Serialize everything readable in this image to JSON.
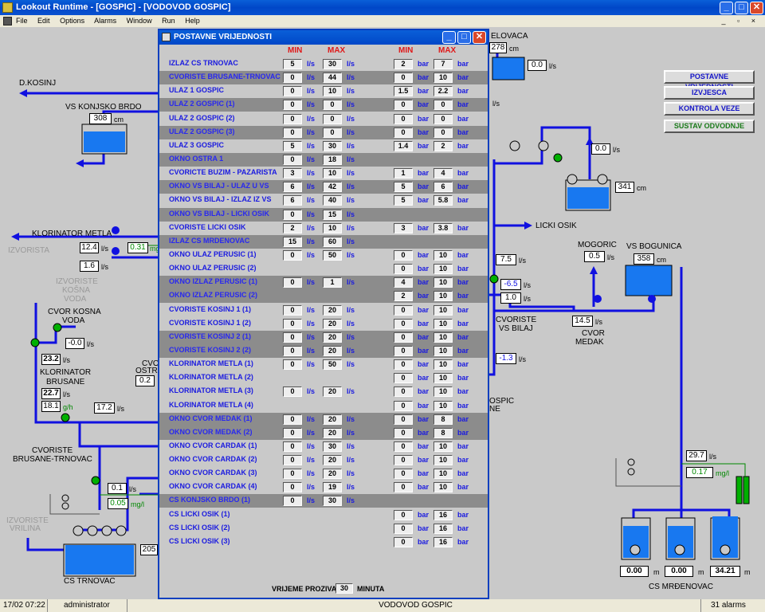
{
  "window": {
    "title": "Lookout Runtime - [GOSPIC] - [VODOVOD GOSPIC]"
  },
  "menu": [
    "File",
    "Edit",
    "Options",
    "Alarms",
    "Window",
    "Run",
    "Help"
  ],
  "nav": [
    "POSTAVNE VRIJEDNOSTI",
    "IZVJESCA",
    "KONTROLA VEZE",
    "SUSTAV ODVODNJE"
  ],
  "labels": {
    "d_kosinj": "D.KOSINJ",
    "vs_konjsko": "VS KONJSKO BRDO",
    "klor_metla": "KLORINATOR METLA",
    "izvorista": "IZVORISTA",
    "izv_kosna1": "IZVORISTE",
    "izv_kosna2": "KOŠNA",
    "izv_kosna3": "VODA",
    "cvor_kosna1": "CVOR KOSNA",
    "cvor_kosna2": "VODA",
    "klor_brusane1": "KLORINATOR",
    "klor_brusane2": "BRUSANE",
    "cvor_ostra1": "CVOR",
    "cvor_ostra2": "OSTRA",
    "cvor_brusane1": "CVORISTE",
    "cvor_brusane2": "BRUSANE-TRNOVAC",
    "izv_vrilina1": "IZVORISTE",
    "izv_vrilina2": "VRILINA",
    "cs_trnovac": "CS TRNOVAC",
    "elovaca": "ELOVACA",
    "licki_osik": "LICKI OSIK",
    "mogoric": "MOGORIC",
    "vs_bogunica": "VS BOGUNICA",
    "cvoriste_vs_bilaj1": "CVORISTE",
    "cvoriste_vs_bilaj2": "VS BILAJ",
    "cvor_medak1": "CVOR",
    "cvor_medak2": "MEDAK",
    "gospic1": "OSPIC",
    "gospic2": "NE",
    "cs_mrdenovac": "CS MRĐENOVAC"
  },
  "values": {
    "v308": "308",
    "v12_4": "12.4",
    "v0_31": "0.31",
    "v1_6": "1.6",
    "vm0_0": "-0.0",
    "v23_2": "23.2",
    "v22_7": "22.7",
    "v18_1": "18.1",
    "v17_2": "17.2",
    "v0_2": "0.2",
    "v0_1": "0.1",
    "v0_05": "0.05",
    "v205": "205",
    "v278": "278",
    "v0_0a": "0.0",
    "v0_0b": "0.0",
    "v341": "341",
    "v7_5": "7.5",
    "vm6_5": "-6.5",
    "v1_0": "1.0",
    "v0_5": "0.5",
    "v358": "358",
    "v14_5": "14.5",
    "vm1_3": "-1.3",
    "v29_7": "29.7",
    "v0_17": "0.17",
    "v0_00a": "0.00",
    "v0_00b": "0.00",
    "v34_21": "34.21"
  },
  "units": {
    "ls": "l/s",
    "cm": "cm",
    "mg": "mg/l",
    "gh": "g/h",
    "m": "m",
    "mgshort": "mg"
  },
  "dialog": {
    "title": "POSTAVNE VRIJEDNOSTI",
    "headers": {
      "min": "MIN",
      "max": "MAX"
    },
    "flow_unit": "l/s",
    "bar_unit": "bar",
    "rows": [
      {
        "name": "IZLAZ CS TRNOVAC",
        "band": false,
        "qmin": "5",
        "qmax": "30",
        "pmin": "2",
        "pmax": "7"
      },
      {
        "name": "CVORISTE BRUSANE-TRNOVAC",
        "band": true,
        "qmin": "0",
        "qmax": "44",
        "pmin": "0",
        "pmax": "10"
      },
      {
        "name": "ULAZ 1 GOSPIC",
        "band": false,
        "qmin": "0",
        "qmax": "10",
        "pmin": "1.5",
        "pmax": "2.2"
      },
      {
        "name": "ULAZ 2 GOSPIC (1)",
        "band": true,
        "qmin": "0",
        "qmax": "0",
        "pmin": "0",
        "pmax": "0"
      },
      {
        "name": "ULAZ 2 GOSPIC (2)",
        "band": false,
        "qmin": "0",
        "qmax": "0",
        "pmin": "0",
        "pmax": "0"
      },
      {
        "name": "ULAZ 2 GOSPIC (3)",
        "band": true,
        "qmin": "0",
        "qmax": "0",
        "pmin": "0",
        "pmax": "0"
      },
      {
        "name": "ULAZ 3 GOSPIC",
        "band": false,
        "qmin": "5",
        "qmax": "30",
        "pmin": "1.4",
        "pmax": "2"
      },
      {
        "name": "OKNO OSTRA 1",
        "band": true,
        "qmin": "0",
        "qmax": "18",
        "pmin": "",
        "pmax": ""
      },
      {
        "name": "CVORICTE BUZIM - PAZARISTA",
        "band": false,
        "qmin": "3",
        "qmax": "10",
        "pmin": "1",
        "pmax": "4"
      },
      {
        "name": "OKNO VS BILAJ - ULAZ U VS",
        "band": true,
        "qmin": "6",
        "qmax": "42",
        "pmin": "5",
        "pmax": "6"
      },
      {
        "name": "OKNO VS BILAJ - IZLAZ IZ VS",
        "band": false,
        "qmin": "6",
        "qmax": "40",
        "pmin": "5",
        "pmax": "5.8"
      },
      {
        "name": "OKNO VS BILAJ - LICKI OSIK",
        "band": true,
        "qmin": "0",
        "qmax": "15",
        "pmin": "",
        "pmax": ""
      },
      {
        "name": "CVORISTE LICKI OSIK",
        "band": false,
        "qmin": "2",
        "qmax": "10",
        "pmin": "3",
        "pmax": "3.8"
      },
      {
        "name": "IZLAZ CS MRDENOVAC",
        "band": true,
        "qmin": "15",
        "qmax": "60",
        "pmin": "",
        "pmax": ""
      },
      {
        "name": "OKNO ULAZ PERUSIC (1)",
        "band": false,
        "qmin": "0",
        "qmax": "50",
        "pmin": "0",
        "pmax": "10"
      },
      {
        "name": "OKNO ULAZ PERUSIC (2)",
        "band": false,
        "qmin": "",
        "qmax": "",
        "pmin": "0",
        "pmax": "10"
      },
      {
        "name": "OKNO IZLAZ PERUSIC (1)",
        "band": true,
        "qmin": "0",
        "qmax": "1",
        "pmin": "4",
        "pmax": "10"
      },
      {
        "name": "OKNO IZLAZ PERUSIC (2)",
        "band": true,
        "qmin": "",
        "qmax": "",
        "pmin": "2",
        "pmax": "10"
      },
      {
        "name": "CVORISTE KOSINJ 1 (1)",
        "band": false,
        "qmin": "0",
        "qmax": "20",
        "pmin": "0",
        "pmax": "10"
      },
      {
        "name": "CVORISTE KOSINJ 1 (2)",
        "band": false,
        "qmin": "0",
        "qmax": "20",
        "pmin": "0",
        "pmax": "10"
      },
      {
        "name": "CVORISTE KOSINJ 2 (1)",
        "band": true,
        "qmin": "0",
        "qmax": "20",
        "pmin": "0",
        "pmax": "10"
      },
      {
        "name": "CVORISTE KOSINJ 2 (2)",
        "band": true,
        "qmin": "0",
        "qmax": "20",
        "pmin": "0",
        "pmax": "10"
      },
      {
        "name": "KLORINATOR METLA (1)",
        "band": false,
        "qmin": "0",
        "qmax": "50",
        "pmin": "0",
        "pmax": "10"
      },
      {
        "name": "KLORINATOR METLA (2)",
        "band": false,
        "qmin": "",
        "qmax": "",
        "pmin": "0",
        "pmax": "10"
      },
      {
        "name": "KLORINATOR METLA (3)",
        "band": false,
        "qmin": "0",
        "qmax": "20",
        "pmin": "0",
        "pmax": "10"
      },
      {
        "name": "KLORINATOR METLA (4)",
        "band": false,
        "qmin": "",
        "qmax": "",
        "pmin": "0",
        "pmax": "10"
      },
      {
        "name": "OKNO CVOR MEDAK (1)",
        "band": true,
        "qmin": "0",
        "qmax": "20",
        "pmin": "0",
        "pmax": "8"
      },
      {
        "name": "OKNO CVOR MEDAK (2)",
        "band": true,
        "qmin": "0",
        "qmax": "20",
        "pmin": "0",
        "pmax": "8"
      },
      {
        "name": "OKNO CVOR CARDAK (1)",
        "band": false,
        "qmin": "0",
        "qmax": "30",
        "pmin": "0",
        "pmax": "10"
      },
      {
        "name": "OKNO CVOR CARDAK (2)",
        "band": false,
        "qmin": "0",
        "qmax": "20",
        "pmin": "0",
        "pmax": "10"
      },
      {
        "name": "OKNO CVOR CARDAK (3)",
        "band": false,
        "qmin": "0",
        "qmax": "20",
        "pmin": "0",
        "pmax": "10"
      },
      {
        "name": "OKNO CVOR CARDAK (4)",
        "band": false,
        "qmin": "0",
        "qmax": "19",
        "pmin": "0",
        "pmax": "10"
      },
      {
        "name": "CS KONJSKO BRDO (1)",
        "band": true,
        "qmin": "0",
        "qmax": "30",
        "pmin": "",
        "pmax": ""
      },
      {
        "name": "CS LICKI OSIK (1)",
        "band": false,
        "qmin": "",
        "qmax": "",
        "pmin": "0",
        "pmax": "16"
      },
      {
        "name": "CS LICKI OSIK (2)",
        "band": false,
        "qmin": "",
        "qmax": "",
        "pmin": "0",
        "pmax": "16"
      },
      {
        "name": "CS LICKI OSIK (3)",
        "band": false,
        "qmin": "",
        "qmax": "",
        "pmin": "0",
        "pmax": "16"
      }
    ],
    "footer": {
      "label": "VRIJEME PROZIVA",
      "value": "30",
      "unit": "MINUTA"
    }
  },
  "status": {
    "datetime": "17/02 07:22",
    "user": "administrator",
    "project": "VODOVOD GOSPIC",
    "alarms": "31 alarms"
  }
}
